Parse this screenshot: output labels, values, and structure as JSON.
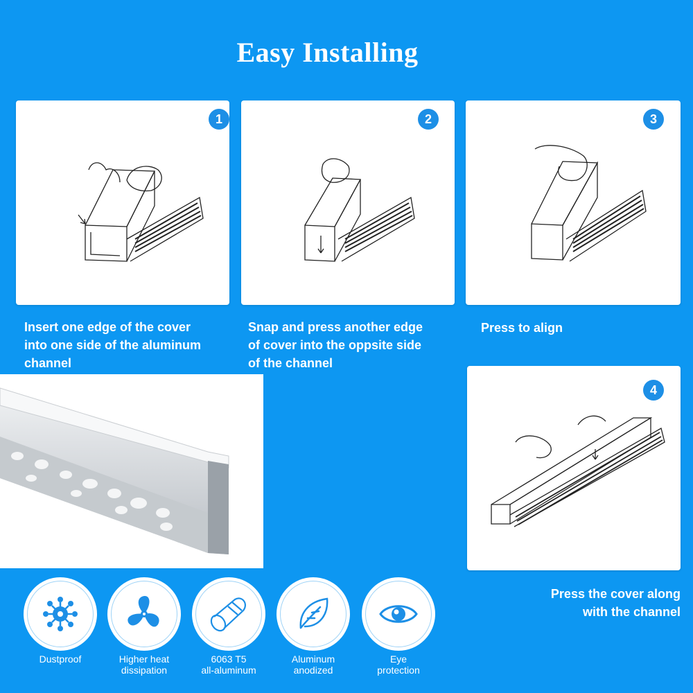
{
  "title": "Easy Installing",
  "steps": [
    {
      "number": "1",
      "caption": "Insert one edge of the cover\ninto one side of the aluminum\nchannel"
    },
    {
      "number": "2",
      "caption": "Snap and press another edge\nof cover into the oppsite side\nof the channel"
    },
    {
      "number": "3",
      "caption": "Press to align"
    },
    {
      "number": "4",
      "caption": "Press the cover along\nwith the channel"
    }
  ],
  "features": [
    {
      "label": "Dustproof",
      "icon": "virus-icon"
    },
    {
      "label": "Higher heat\ndissipation",
      "icon": "fan-icon"
    },
    {
      "label": "6063 T5\nall-aluminum",
      "icon": "aluminum-rod-icon"
    },
    {
      "label": "Aluminum\nanodized",
      "icon": "leaf-icon"
    },
    {
      "label": "Eye\nprotection",
      "icon": "eye-icon"
    }
  ],
  "colors": {
    "background": "#0d97f2",
    "badge": "#1d8fe6",
    "icon": "#1d8fe6"
  }
}
